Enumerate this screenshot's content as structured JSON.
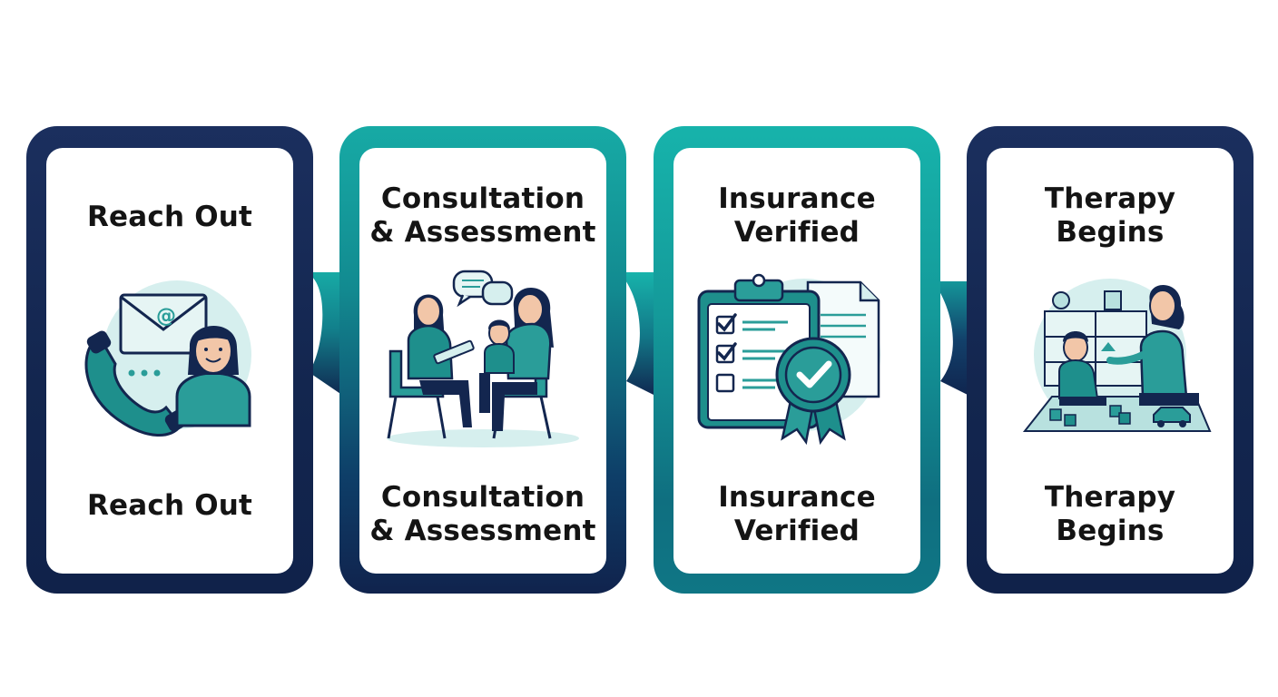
{
  "steps": [
    {
      "title_top": [
        "Reach Out"
      ],
      "illustration": "phone-email-contact-icon",
      "title_bottom": [
        "Reach Out"
      ]
    },
    {
      "title_top": [
        "Consultation",
        "& Assessment"
      ],
      "illustration": "consultation-assessment-icon",
      "title_bottom": [
        "Consultation",
        "& Assessment"
      ]
    },
    {
      "title_top": [
        "Insurance",
        "Verified"
      ],
      "illustration": "insurance-checklist-icon",
      "title_bottom": [
        "Insurance",
        "Verified"
      ]
    },
    {
      "title_top": [
        "Therapy",
        "Begins"
      ],
      "illustration": "therapy-session-icon",
      "title_bottom": [
        "Therapy",
        "Begins"
      ]
    }
  ],
  "colors": {
    "navy": "#13264f",
    "teal": "#17aaa5",
    "light_teal": "#d6efee",
    "mid_teal": "#2a9d99",
    "text": "#141414"
  }
}
